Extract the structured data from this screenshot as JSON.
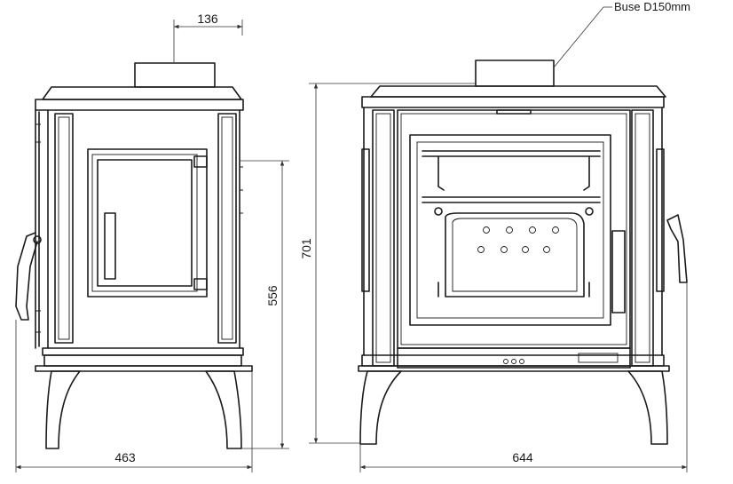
{
  "dimensions": {
    "flue_offset": "136",
    "side_height": "556",
    "total_height": "701",
    "depth": "463",
    "width": "644"
  },
  "callout": {
    "flue_label": "Buse D150mm"
  }
}
